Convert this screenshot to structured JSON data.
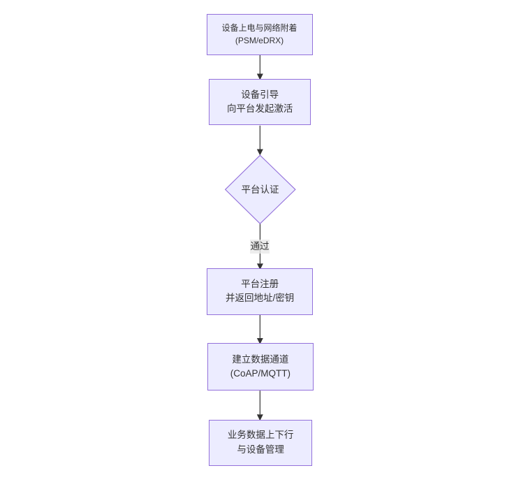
{
  "diagram": {
    "type": "flowchart",
    "direction": "top-down",
    "colors": {
      "background": "#ffffff",
      "node_fill": "#ECECFF",
      "node_border": "#9370DB",
      "edge_line": "#333333",
      "text": "#333333",
      "edge_label_background": "#e8e8e8"
    },
    "nodes": [
      {
        "id": "power-on-attach",
        "shape": "rectangle",
        "lines": [
          "设备上电与网络附着",
          "(PSM/eDRX)"
        ]
      },
      {
        "id": "device-bootstrap",
        "shape": "rectangle",
        "lines": [
          "设备引导",
          "向平台发起激活"
        ]
      },
      {
        "id": "platform-auth",
        "shape": "diamond",
        "lines": [
          "平台认证"
        ]
      },
      {
        "id": "platform-register",
        "shape": "rectangle",
        "lines": [
          "平台注册",
          "并返回地址/密钥"
        ]
      },
      {
        "id": "data-channel",
        "shape": "rectangle",
        "lines": [
          "建立数据通道",
          "(CoAP/MQTT)"
        ]
      },
      {
        "id": "business-data",
        "shape": "rectangle",
        "lines": [
          "业务数据上下行",
          "与设备管理"
        ]
      }
    ],
    "edges": [
      {
        "from": "power-on-attach",
        "to": "device-bootstrap",
        "label": ""
      },
      {
        "from": "device-bootstrap",
        "to": "platform-auth",
        "label": ""
      },
      {
        "from": "platform-auth",
        "to": "platform-register",
        "label": "通过"
      },
      {
        "from": "platform-register",
        "to": "data-channel",
        "label": ""
      },
      {
        "from": "data-channel",
        "to": "business-data",
        "label": ""
      }
    ]
  }
}
